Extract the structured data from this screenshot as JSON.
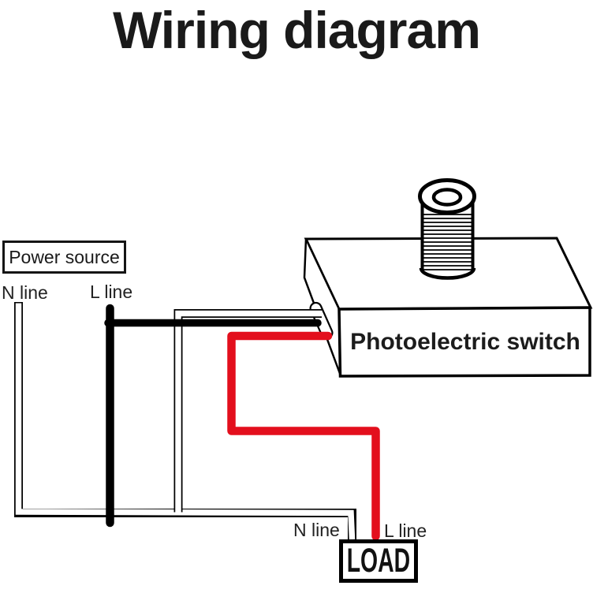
{
  "title": "Wiring diagram",
  "power_source": {
    "label": "Power source",
    "n_line_label": "N line",
    "l_line_label": "L line"
  },
  "photoelectric_switch": {
    "label": "Photoelectric switch"
  },
  "load": {
    "label": "LOAD",
    "n_line_label": "N line",
    "l_line_label": "L line"
  },
  "colors": {
    "wire_black": "#000000",
    "wire_red": "#e30f1d",
    "wire_white_fill": "#ffffff",
    "outline_black": "#000000"
  }
}
